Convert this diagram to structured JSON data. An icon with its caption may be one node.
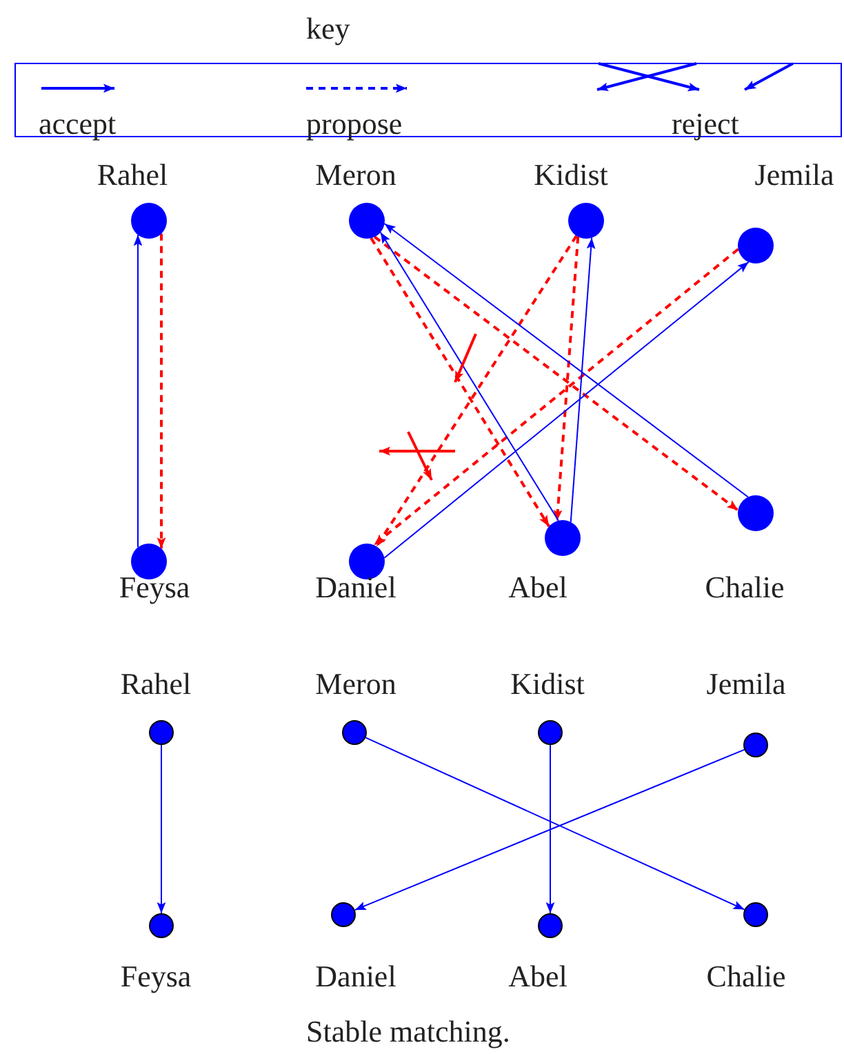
{
  "diagram": {
    "caption": "Stable matching.",
    "nodes": [
      {
        "text": [],
        "shape": "circle",
        "beside": [
          "Rahel"
        ]
      },
      {
        "text": [],
        "shape": "circle",
        "beside": [
          "Meron"
        ]
      },
      {
        "text": [],
        "shape": "circle",
        "beside": [
          "Kidist"
        ]
      },
      {
        "text": [],
        "shape": "circle",
        "beside": [
          "Jemila"
        ]
      },
      {
        "text": [],
        "shape": "circle",
        "beside": [
          "Feysa"
        ]
      },
      {
        "text": [],
        "shape": "circle",
        "beside": [
          "Daniel"
        ]
      },
      {
        "text": [],
        "shape": "circle",
        "beside": [
          "Abel"
        ]
      },
      {
        "text": [],
        "shape": "circle",
        "beside": [
          "Chalie"
        ]
      },
      {
        "text": [],
        "shape": "circle",
        "beside": [
          "Rahel"
        ]
      },
      {
        "text": [],
        "shape": "circle",
        "beside": [
          "Meron"
        ]
      },
      {
        "text": [],
        "shape": "circle",
        "beside": [
          "Kidist"
        ]
      },
      {
        "text": [],
        "shape": "circle",
        "beside": [
          "Jemila"
        ]
      },
      {
        "text": [],
        "shape": "circle",
        "beside": [
          "Feysa"
        ]
      },
      {
        "text": [],
        "shape": "circle",
        "beside": [
          "Daniel"
        ]
      },
      {
        "text": [],
        "shape": "circle",
        "beside": [
          "Abel"
        ]
      },
      {
        "text": [],
        "shape": "circle",
        "beside": [
          "Chalie"
        ]
      }
    ],
    "edges": [
      {
        "from": 0,
        "to": 4,
        "arrow": "to",
        "style": "dashed",
        "color": "#ff0000"
      },
      {
        "from": 4,
        "to": 0,
        "arrow": "to"
      },
      {
        "from": 1,
        "to": 6,
        "arrow": "to",
        "style": "dashed",
        "color": "#ff0000"
      },
      {
        "from": 1,
        "to": 7,
        "arrow": "to",
        "style": "dashed",
        "color": "#ff0000"
      },
      {
        "from": 2,
        "to": 5,
        "arrow": "to",
        "style": "dashed",
        "color": "#ff0000"
      },
      {
        "from": 2,
        "to": 6,
        "arrow": "to",
        "style": "dashed",
        "color": "#ff0000"
      },
      {
        "from": 3,
        "to": 5,
        "arrow": "to",
        "style": "dashed",
        "color": "#ff0000"
      },
      {
        "from": 6,
        "to": 1,
        "arrow": "to"
      },
      {
        "from": 6,
        "to": 2,
        "arrow": "to"
      },
      {
        "from": 5,
        "to": 3,
        "arrow": "to"
      },
      {
        "from": 7,
        "to": 1,
        "arrow": "to"
      },
      {
        "from": 8,
        "to": 12,
        "arrow": "to"
      },
      {
        "from": 9,
        "to": 15,
        "arrow": "to"
      },
      {
        "from": 10,
        "to": 14,
        "arrow": "to"
      },
      {
        "from": 11,
        "to": 13,
        "arrow": "to"
      }
    ],
    "labels": [
      "key"
    ],
    "legend": [
      {
        "text": "accept"
      },
      {
        "text": "propose"
      },
      {
        "text": "reject"
      }
    ]
  }
}
